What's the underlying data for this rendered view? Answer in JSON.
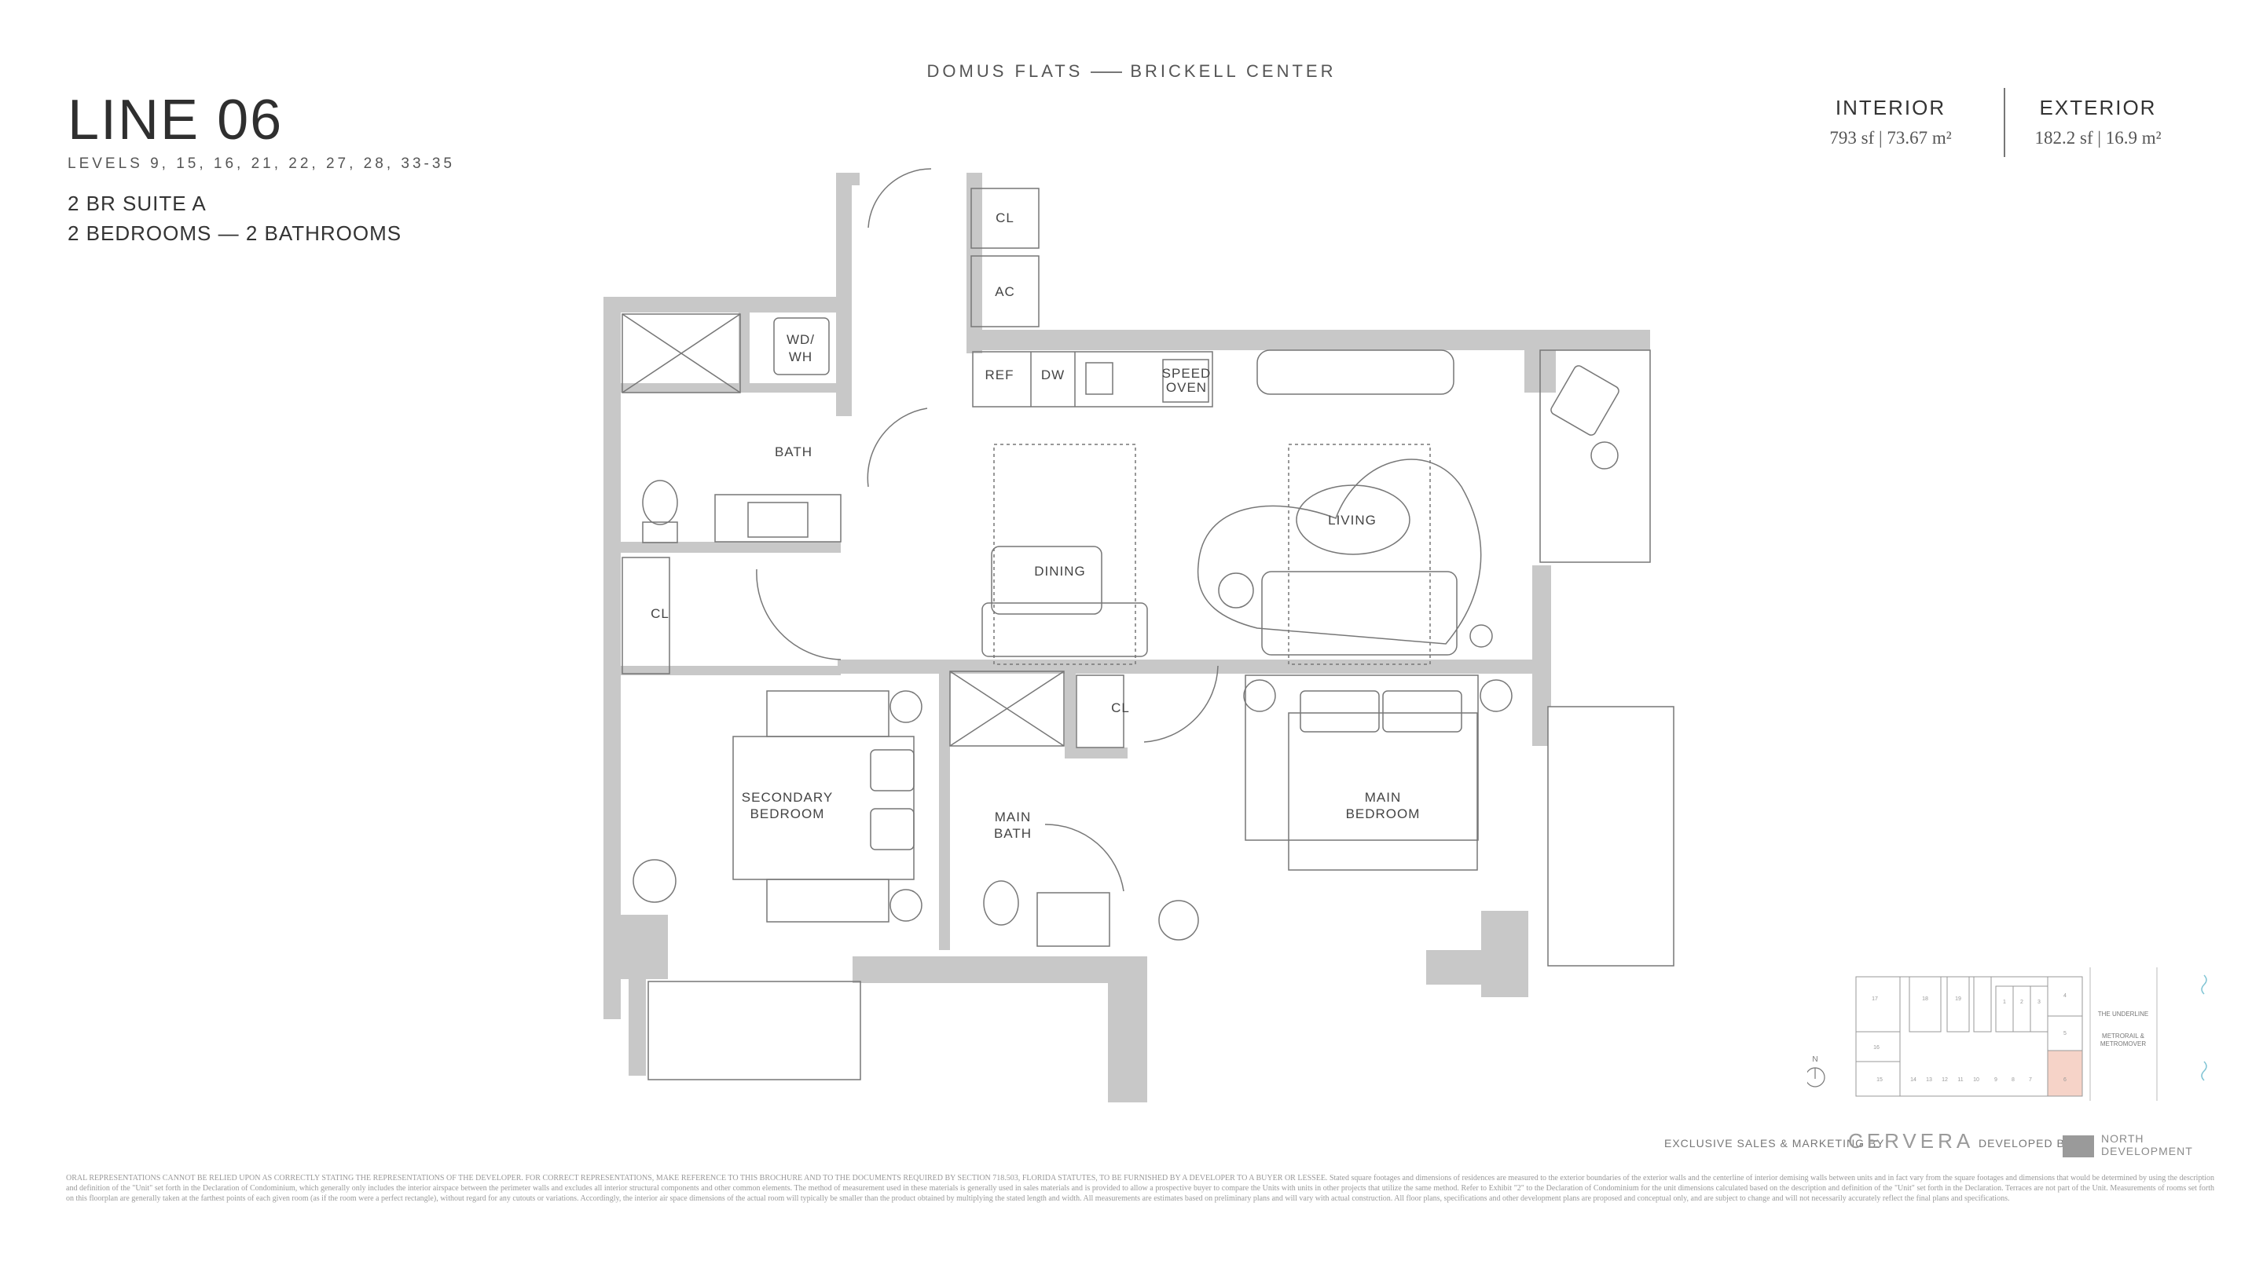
{
  "header": {
    "brand_left": "DOMUS FLATS",
    "brand_right": "BRICKELL CENTER",
    "title": "LINE 06",
    "levels": "LEVELS 9, 15, 16, 21, 22, 27, 28, 33-35",
    "suite": "2 BR SUITE A",
    "rooms": "2 BEDROOMS — 2 BATHROOMS"
  },
  "areas": {
    "interior": {
      "label": "INTERIOR",
      "value": "793 sf  |  73.67 m²"
    },
    "exterior": {
      "label": "EXTERIOR",
      "value": "182.2 sf  |  16.9 m²"
    }
  },
  "plan_labels": {
    "cl_top": "CL",
    "ac": "AC",
    "wdwh_1": "WD/",
    "wdwh_2": "WH",
    "ref": "REF",
    "dw": "DW",
    "speed_1": "SPEED",
    "speed_2": "OVEN",
    "bath": "BATH",
    "cl_left": "CL",
    "dining": "DINING",
    "living": "LIVING",
    "cl_mid": "CL",
    "sec_bed_1": "SECONDARY",
    "sec_bed_2": "BEDROOM",
    "main_bath_1": "MAIN",
    "main_bath_2": "BATH",
    "main_bed_1": "MAIN",
    "main_bed_2": "BEDROOM"
  },
  "keyplan": {
    "north": "N",
    "underline": "THE UNDERLINE",
    "metro_1": "METRORAIL &",
    "metro_2": "METROMOVER",
    "top_units": [
      "17",
      "18",
      "19",
      "1",
      "2",
      "3",
      "4"
    ],
    "side_units": [
      "16",
      "5"
    ],
    "bottom_units": [
      "15",
      "14",
      "13",
      "12",
      "11",
      "10",
      "9",
      "8",
      "7",
      "6"
    ],
    "highlight_color": "#f6d3c8"
  },
  "footer": {
    "sales_label": "EXCLUSIVE SALES & MARKETING BY",
    "sales_logo": "CERVERA",
    "developer_label": "DEVELOPED BY",
    "developer_1": "NORTH",
    "developer_2": "DEVELOPMENT",
    "disclaimer": "ORAL REPRESENTATIONS CANNOT BE RELIED UPON AS CORRECTLY STATING THE REPRESENTATIONS OF THE DEVELOPER. FOR CORRECT REPRESENTATIONS, MAKE REFERENCE TO THIS BROCHURE AND TO THE DOCUMENTS REQUIRED BY SECTION 718.503, FLORIDA STATUTES, TO BE FURNISHED BY A DEVELOPER TO A BUYER OR LESSEE. Stated square footages and dimensions of residences are measured to the exterior boundaries of the exterior walls and the centerline of interior demising walls between units and in fact vary from the square footages and dimensions that would be determined by using the description and definition of the \"Unit\" set forth in the Declaration of Condominium, which generally only includes the interior airspace between the perimeter walls and excludes all interior structural components and other common elements. The method of measurement used in these materials is generally used in sales materials and is provided to allow a prospective buyer to compare the Units with units in other projects that utilize the same method. Refer to Exhibit \"2\" to the Declaration of Condominium for the unit dimensions calculated based on the description and definition of the \"Unit\" set forth in the Declaration. Terraces are not part of the Unit. Measurements of rooms set forth on this floorplan are generally taken at the farthest points of each given room (as if the room were a perfect rectangle), without regard for any cutouts or variations. Accordingly, the interior air space dimensions of the actual room will typically be smaller than the product obtained by multiplying the stated length and width. All measurements are estimates based on preliminary plans and will vary with actual construction. All floor plans, specifications and other development plans are proposed and conceptual only, and are subject to change and will not necessarily accurately reflect the final plans and specifications."
  }
}
